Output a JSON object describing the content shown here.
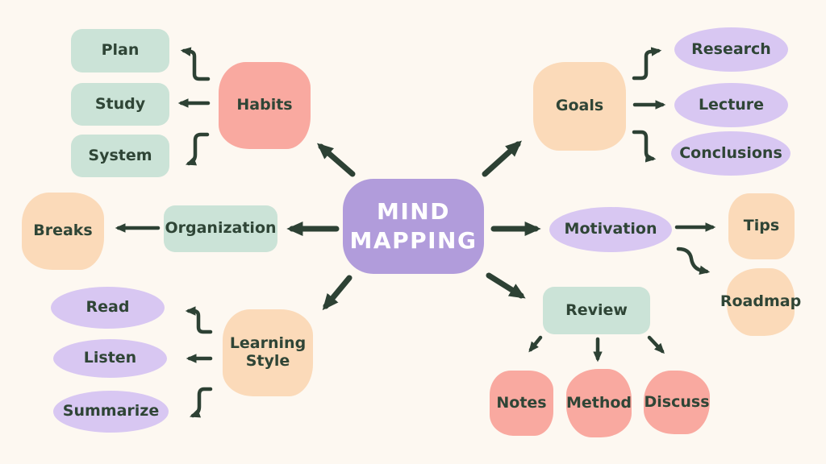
{
  "title": "MIND MAPPING",
  "palette": {
    "background": "#FDF8F1",
    "central": "#B19CDB",
    "lavender": "#D8C7F2",
    "mint": "#CBE3D7",
    "salmon": "#F9A9A0",
    "peach": "#FBDAB9",
    "arrow": "#2D4134",
    "text_dark": "#2F4536",
    "text_light": "#FFFFFF"
  },
  "nodes": {
    "central": {
      "label": "MIND MAPPING"
    },
    "habits": {
      "label": "Habits"
    },
    "plan": {
      "label": "Plan"
    },
    "study": {
      "label": "Study"
    },
    "system": {
      "label": "System"
    },
    "goals": {
      "label": "Goals"
    },
    "research": {
      "label": "Research"
    },
    "lecture": {
      "label": "Lecture"
    },
    "conclusions": {
      "label": "Conclusions"
    },
    "organization": {
      "label": "Organization"
    },
    "breaks": {
      "label": "Breaks"
    },
    "motivation": {
      "label": "Motivation"
    },
    "tips": {
      "label": "Tips"
    },
    "roadmap": {
      "label": "Roadmap"
    },
    "learning_style": {
      "label": "Learning Style"
    },
    "read": {
      "label": "Read"
    },
    "listen": {
      "label": "Listen"
    },
    "summarize": {
      "label": "Summarize"
    },
    "review": {
      "label": "Review"
    },
    "notes": {
      "label": "Notes"
    },
    "method": {
      "label": "Method"
    },
    "discuss": {
      "label": "Discuss"
    }
  },
  "connections": [
    {
      "from": "central",
      "to": "habits"
    },
    {
      "from": "central",
      "to": "goals"
    },
    {
      "from": "central",
      "to": "organization"
    },
    {
      "from": "central",
      "to": "motivation"
    },
    {
      "from": "central",
      "to": "learning_style"
    },
    {
      "from": "central",
      "to": "review"
    },
    {
      "from": "habits",
      "to": "plan"
    },
    {
      "from": "habits",
      "to": "study"
    },
    {
      "from": "habits",
      "to": "system"
    },
    {
      "from": "goals",
      "to": "research"
    },
    {
      "from": "goals",
      "to": "lecture"
    },
    {
      "from": "goals",
      "to": "conclusions"
    },
    {
      "from": "organization",
      "to": "breaks"
    },
    {
      "from": "motivation",
      "to": "tips"
    },
    {
      "from": "motivation",
      "to": "roadmap"
    },
    {
      "from": "learning_style",
      "to": "read"
    },
    {
      "from": "learning_style",
      "to": "listen"
    },
    {
      "from": "learning_style",
      "to": "summarize"
    },
    {
      "from": "review",
      "to": "notes"
    },
    {
      "from": "review",
      "to": "method"
    },
    {
      "from": "review",
      "to": "discuss"
    }
  ]
}
